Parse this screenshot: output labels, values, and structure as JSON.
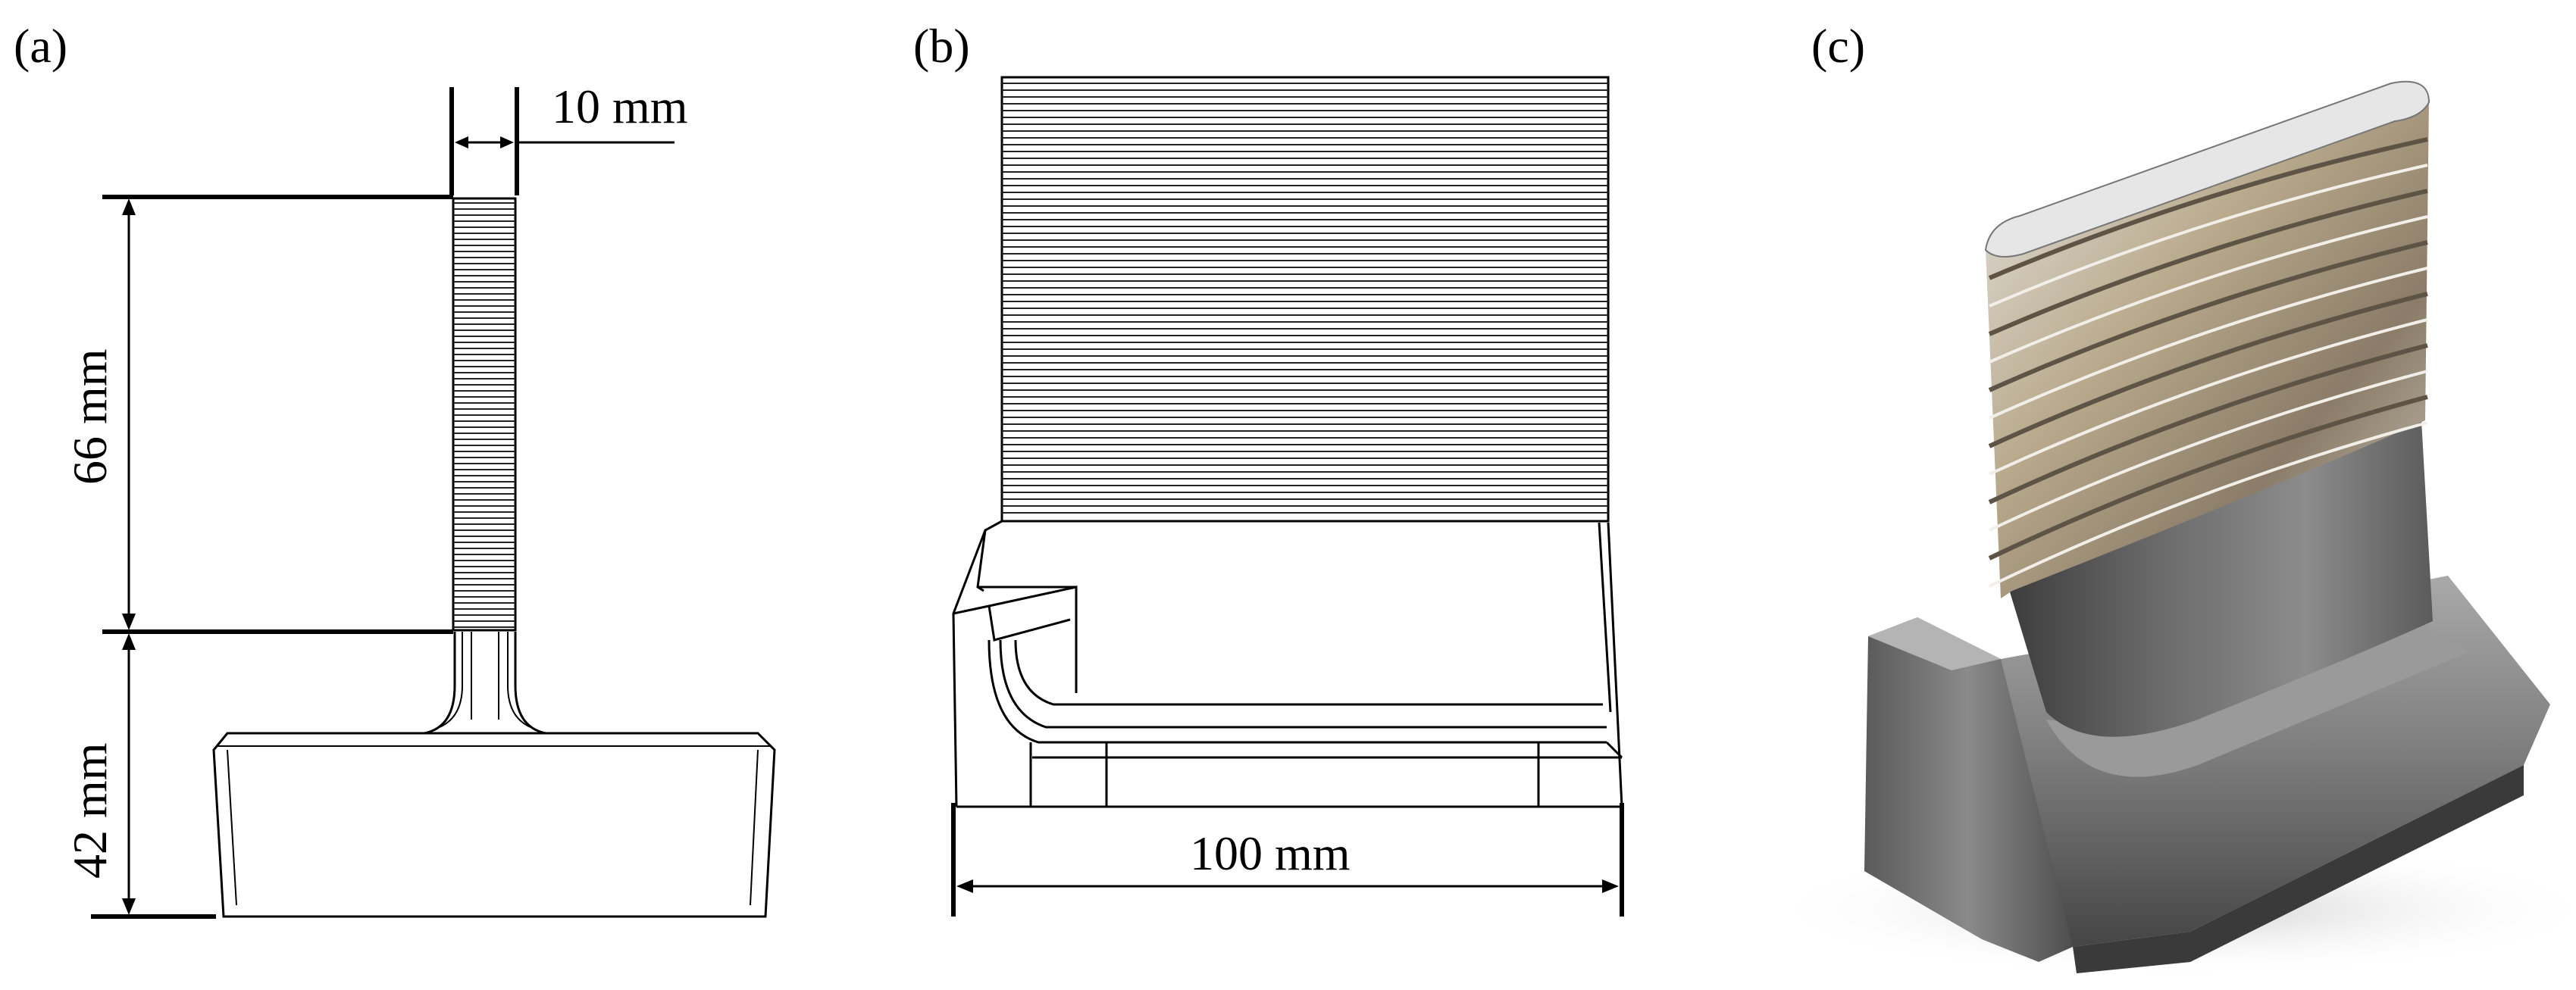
{
  "panels": {
    "a": {
      "label": "(a)",
      "width_dim": "10 mm",
      "upper_height_dim": "66 mm",
      "lower_height_dim": "42 mm"
    },
    "b": {
      "label": "(b)",
      "length_dim": "100 mm"
    },
    "c": {
      "label": "(c)"
    }
  },
  "colors": {
    "line": "#000000",
    "metal_light": "#d9d9d9",
    "metal_dark": "#4a4a4a",
    "background": "#ffffff"
  }
}
